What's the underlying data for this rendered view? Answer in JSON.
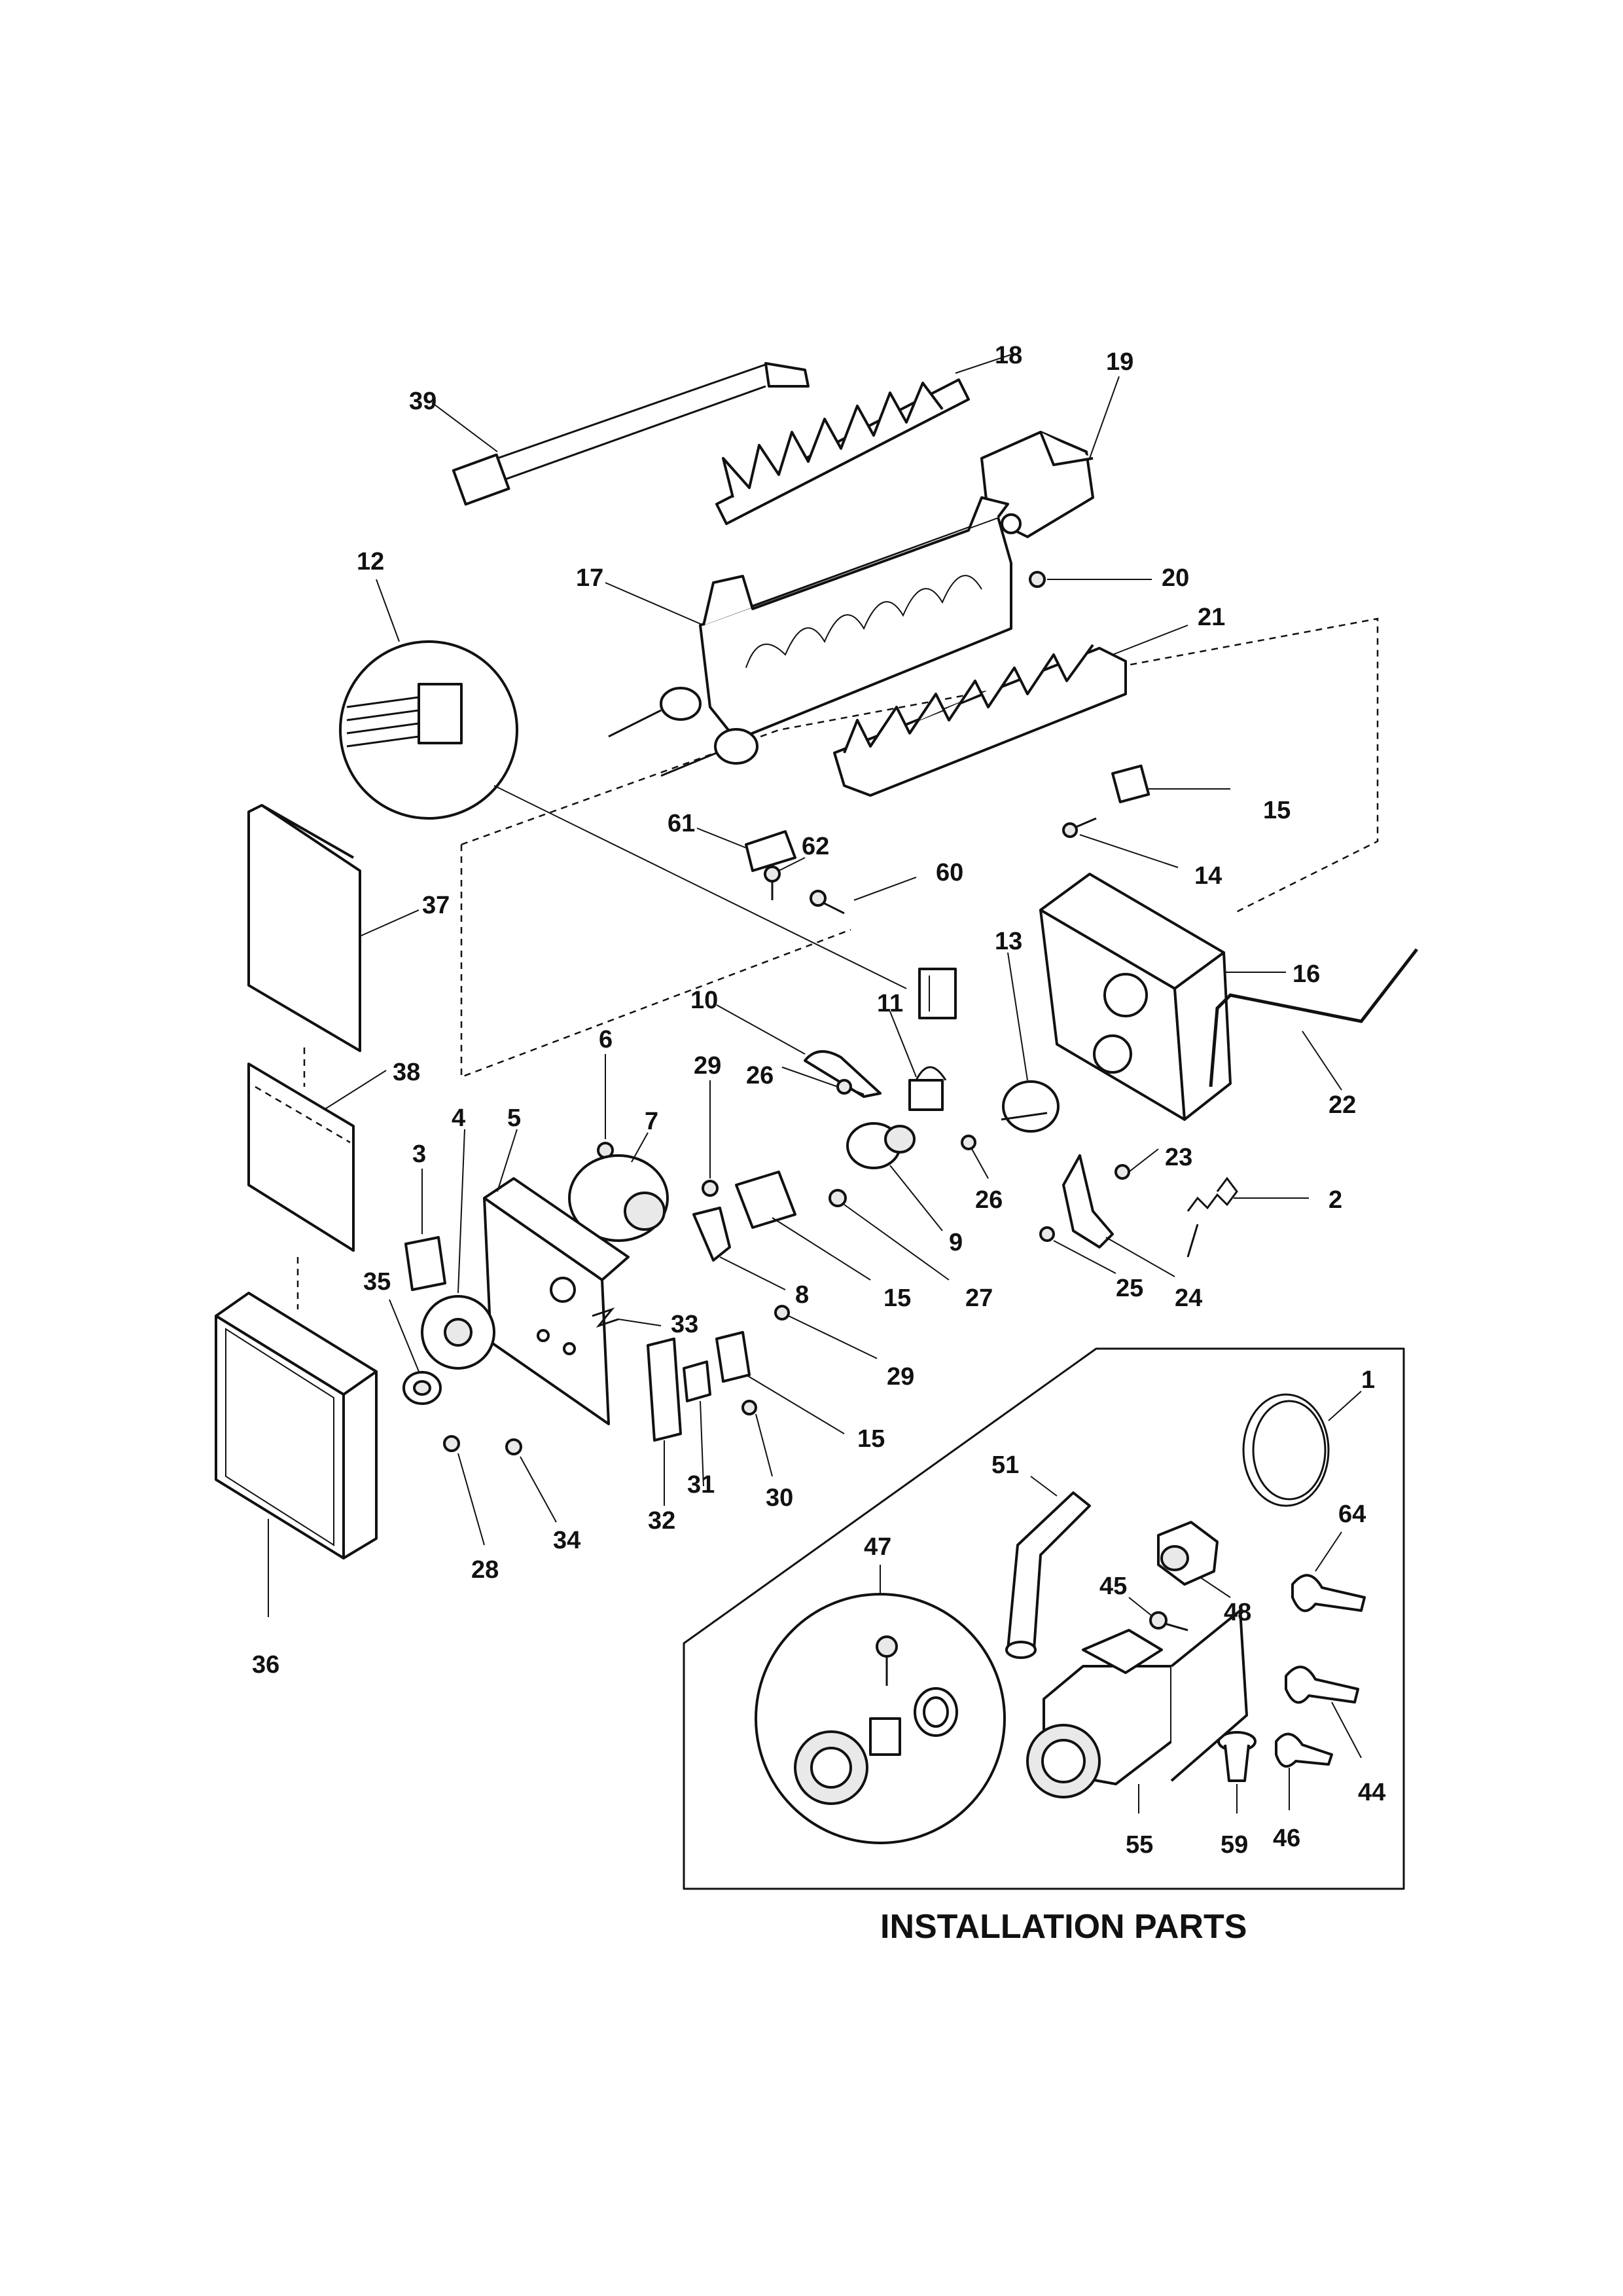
{
  "section_title": "INSTALLATION PARTS",
  "callouts": [
    "1",
    "2",
    "3",
    "4",
    "5",
    "6",
    "7",
    "8",
    "9",
    "10",
    "11",
    "12",
    "13",
    "14",
    "15",
    "16",
    "17",
    "18",
    "19",
    "20",
    "21",
    "22",
    "23",
    "24",
    "25",
    "26",
    "27",
    "28",
    "29",
    "30",
    "31",
    "32",
    "33",
    "34",
    "35",
    "36",
    "37",
    "38",
    "39",
    "44",
    "45",
    "46",
    "47",
    "48",
    "51",
    "55",
    "59",
    "60",
    "61",
    "62",
    "64"
  ],
  "colors": {
    "ink": "#111111",
    "paper": "#ffffff",
    "shade": "#e9e9e9"
  }
}
